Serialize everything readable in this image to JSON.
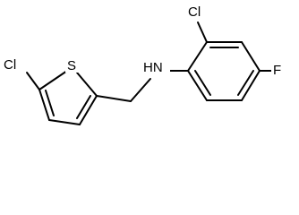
{
  "molecule": {
    "atoms": {
      "cl_thiophene": "Cl",
      "s_thiophene": "S",
      "nh": "HN",
      "cl_aryl": "Cl",
      "f_aryl": "F"
    }
  },
  "colors": {
    "bond": "#000000",
    "label": "#000000",
    "background": "#ffffff"
  }
}
